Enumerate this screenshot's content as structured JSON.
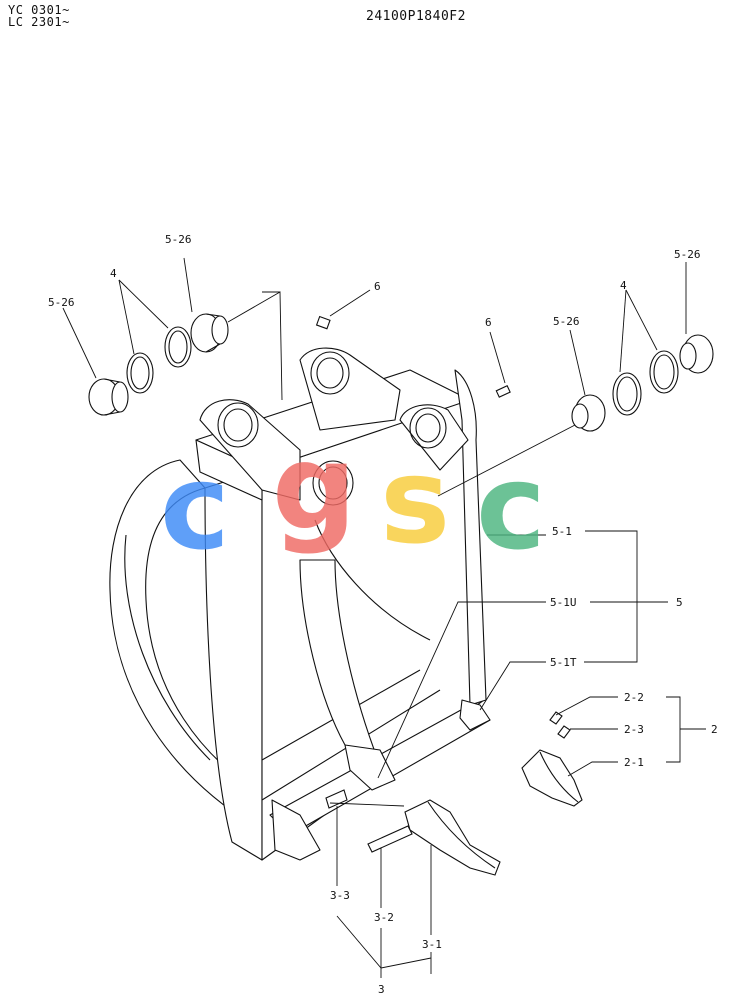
{
  "header": {
    "model_line_1": "YC 0301~",
    "model_line_2": "LC 2301~",
    "drawing_number": "24100P1840F2"
  },
  "callouts": {
    "c_5_26_a": "5-26",
    "c_4_a": "4",
    "c_5_26_b": "5-26",
    "c_6_a": "6",
    "c_6_b": "6",
    "c_5_26_c": "5-26",
    "c_4_b": "4",
    "c_5_26_d": "5-26",
    "c_5_1": "5-1",
    "c_5_1u": "5-1U",
    "c_5": "5",
    "c_5_1t": "5-1T",
    "c_2_2": "2-2",
    "c_2_3": "2-3",
    "c_2": "2",
    "c_2_1": "2-1",
    "c_3_3": "3-3",
    "c_3_2": "3-2",
    "c_3_1": "3-1",
    "c_3": "3"
  },
  "watermark": {
    "letter_1": "c",
    "letter_2": "g",
    "letter_3": "s",
    "letter_4": "c",
    "color_1": "#3d8af7",
    "color_2": "#f06a64",
    "color_3": "#f8cd3a",
    "color_4": "#4cb580"
  },
  "colors": {
    "line": "#111111",
    "background": "#ffffff"
  }
}
